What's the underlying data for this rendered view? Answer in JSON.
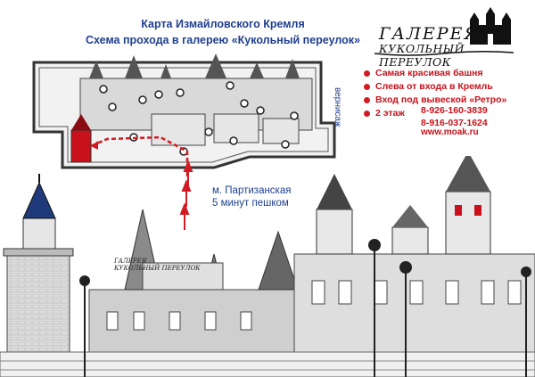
{
  "title": {
    "line1": "Карта Измайловского Кремля",
    "line2": "Схема прохода в галерею «Кукольный переулок»"
  },
  "logo": {
    "line1": "ГАЛЕРЕЯ",
    "line2": "КУКОЛЬНЫЙ ПЕРЕУЛОК"
  },
  "features": [
    "Самая красивая башня",
    "Слева от входа в Кремль",
    "Вход под вывеской «Ретро»",
    "2 этаж"
  ],
  "phones": [
    "8-926-160-3839",
    "8-916-037-1624"
  ],
  "website": "www.moak.ru",
  "map": {
    "metro_line1": "м. Партизанская",
    "metro_line2": "5 минут пешком",
    "side_label": "вернисаж"
  },
  "colors": {
    "title_blue": "#1f3f8f",
    "accent_red": "#c8111a",
    "route_red": "#d11a22"
  }
}
